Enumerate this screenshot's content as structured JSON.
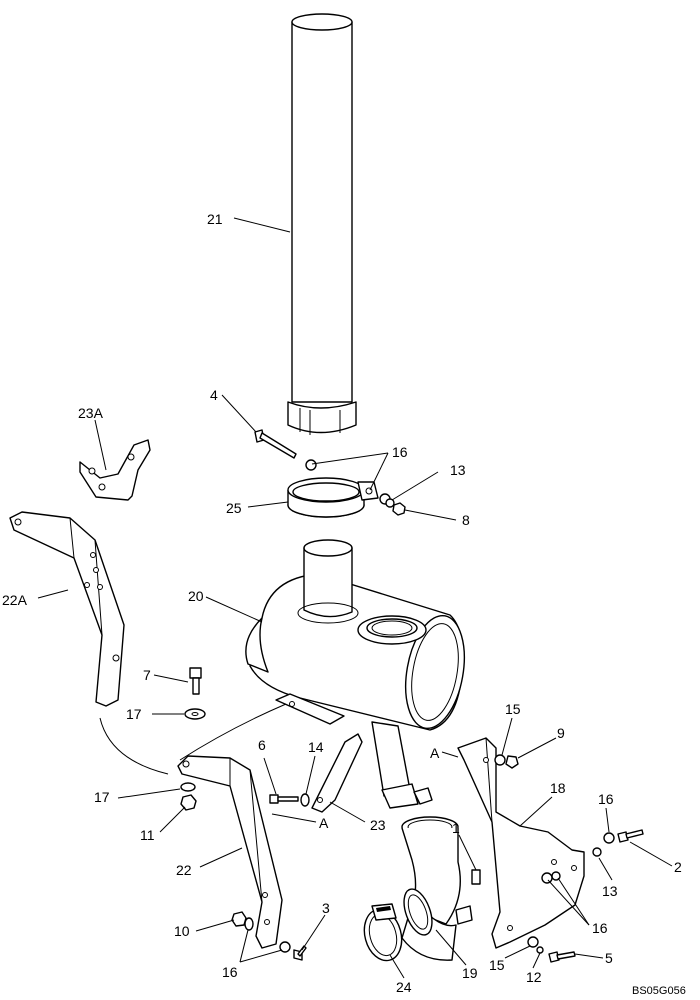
{
  "drawing_code": "BS05G056",
  "callouts": {
    "c1": "1",
    "c2": "2",
    "c3": "3",
    "c4": "4",
    "c5": "5",
    "c6": "6",
    "c7": "7",
    "c8": "8",
    "c9": "9",
    "c10": "10",
    "c11": "11",
    "c12": "12",
    "c13a": "13",
    "c13b": "13",
    "c14": "14",
    "c15a": "15",
    "c15b": "15",
    "c16a": "16",
    "c16b": "16",
    "c16c": "16",
    "c16d": "16",
    "c17a": "17",
    "c17b": "17",
    "c18": "18",
    "c19": "19",
    "c20": "20",
    "c21": "21",
    "c22": "22",
    "c22A": "22A",
    "c23": "23",
    "c23A": "23A",
    "c24": "24",
    "c25": "25",
    "refA1": "A",
    "refA2": "A"
  }
}
